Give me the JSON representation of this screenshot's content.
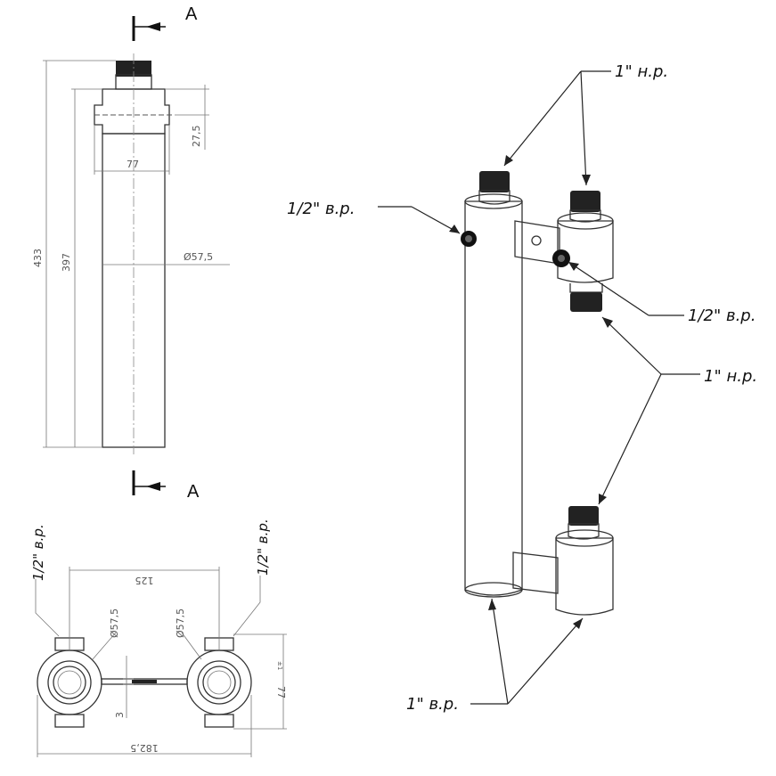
{
  "section": {
    "letter_top": "A",
    "letter_bottom": "A"
  },
  "front_view_dims": {
    "overall_height": "433",
    "body_height": "397",
    "port_offset": "27,5",
    "port_width": "77",
    "body_diameter": "Ø57,5"
  },
  "top_view_dims": {
    "center_distance": "125",
    "left_diameter": "Ø57,5",
    "right_diameter": "Ø57,5",
    "overall_width": "182,5",
    "depth": "77",
    "depth_tol": "±1",
    "gap": "3",
    "left_port": "1/2\" в.р.",
    "right_port": "1/2\" в.р."
  },
  "iso_callouts": {
    "outer_thread_top": "1\" н.р.",
    "inner_port_left": "1/2\" в.р.",
    "inner_port_right": "1/2\" в.р.",
    "outer_thread_mid": "1\" н.р.",
    "inner_thread_bottom": "1\" в.р."
  }
}
